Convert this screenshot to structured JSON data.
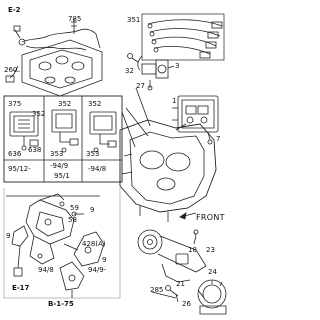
{
  "labels": {
    "e2": "E-2",
    "p785": "785",
    "p260": "260",
    "p351": "351",
    "p32": "32",
    "p3": "3",
    "p27": "27",
    "p1": "1",
    "p7": "7",
    "p375": "375",
    "p352a": "352",
    "p352b": "352",
    "p352c": "352",
    "p636": "636",
    "p638": "638",
    "p353a": "353",
    "p353b": "353",
    "date1": "95/12-",
    "date2a": "-94/9",
    "date2b": "95/1",
    "date3": "-94/8",
    "p59": "59",
    "p58": "58",
    "p428": "428(A)",
    "p9a": "9",
    "p9b": "9",
    "p9c": "9",
    "e17": "E-17",
    "b175": "B-1-75",
    "date4": "94/8",
    "date5": "94/9-",
    "front": "FRONT",
    "p18": "18",
    "p23": "23",
    "p24": "24",
    "p21": "21",
    "p285": "285",
    "p26": "26"
  }
}
